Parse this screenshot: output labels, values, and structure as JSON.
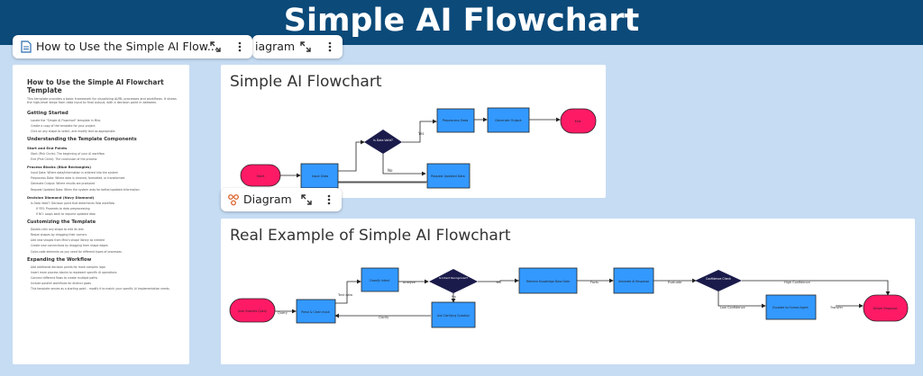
{
  "banner": {
    "title": "Simple AI Flowchart"
  },
  "doc_tab": {
    "title": "How to Use the Simple AI Flow...",
    "behind_tab_label": "iagram"
  },
  "diagram_tab": {
    "label": "Diagram"
  },
  "doc": {
    "title": "How to Use the Simple AI Flowchart Template",
    "intro": "This template provides a basic framework for visualizing AI/ML processes and workflows. It shows the high-level steps from data input to final output, with a decision point in between.",
    "sections": [
      {
        "heading": "Getting Started",
        "items": [
          {
            "t": "Locate the \"Simple AI Flowchart\" template in Miro.",
            "sub": false
          },
          {
            "t": "Create a copy of the template for your project.",
            "sub": false
          },
          {
            "t": "Click on any shape to select, and modify text as appropriate.",
            "sub": false
          }
        ]
      },
      {
        "heading": "Understanding the Template Components",
        "items": []
      },
      {
        "subheading": "Start and End Points",
        "items": [
          {
            "t": "Start (Pink Circle): The beginning of your AI workflow",
            "sub": false
          },
          {
            "t": "End (Pink Circle): The conclusion of the process",
            "sub": false
          }
        ]
      },
      {
        "subheading": "Process Blocks (Blue Rectangles)",
        "items": [
          {
            "t": "Input Data: Where data/information is entered into the system",
            "sub": false
          },
          {
            "t": "Preprocess Data: Where data is cleaned, formatted, or transformed",
            "sub": false
          },
          {
            "t": "Generate Output: Where results are produced",
            "sub": false
          },
          {
            "t": "Request Updated Data: When the system asks for better/updated information",
            "sub": false
          }
        ]
      },
      {
        "subheading": "Decision Diamond (Navy Diamond)",
        "items": [
          {
            "t": "Is Data Valid?: Decision point that determines flow workflow",
            "sub": false
          },
          {
            "t": "If YES: Proceeds to data preprocessing",
            "sub": true
          },
          {
            "t": "If NO: Loops back to request updated data",
            "sub": true
          }
        ]
      },
      {
        "heading": "Customizing the Template",
        "items": [
          {
            "t": "Double-click any shape to edit its text",
            "sub": false
          },
          {
            "t": "Resize shapes by dragging their corners",
            "sub": false
          },
          {
            "t": "Add new shapes from Miro's shape library as needed",
            "sub": false
          },
          {
            "t": "Create new connections by dragging from shape edges",
            "sub": false
          },
          {
            "t": "Color-code elements as you need for different types of processes",
            "sub": false
          }
        ]
      },
      {
        "heading": "Expanding the Workflow",
        "items": [
          {
            "t": "Add additional decision points for more complex logic",
            "sub": false
          },
          {
            "t": "Insert more process blocks to represent specific AI operations",
            "sub": false
          },
          {
            "t": "Connect different flows to create multiple paths",
            "sub": false
          },
          {
            "t": "Include parallel workflows for distinct goals",
            "sub": false
          },
          {
            "t": "This template serves as a starting point - modify it to match your specific AI implementation needs.",
            "sub": false
          }
        ]
      }
    ]
  },
  "simple_card": {
    "title": "Simple AI Flowchart",
    "nodes": {
      "start": "Start",
      "input": "Input Data",
      "decision": "Is Data Valid?",
      "preprocess": "Preprocess Data",
      "generate": "Generate Output",
      "end": "End",
      "request": "Request Updated Data"
    },
    "edges": {
      "yes": "Yes",
      "no": "No"
    }
  },
  "example_card": {
    "title": "Real Example of Simple AI Flowchart",
    "nodes": {
      "start": "User Submits Query",
      "parse": "Parse & Clean Input",
      "classify": "Classify Intent",
      "recognized": "Is Intent Recognized?",
      "clarify": "Ask Clarifying Question",
      "retrieve": "Retrieve Knowledge Base Data",
      "generate": "Generate AI Response",
      "confidence": "Confidence Check",
      "human": "Escalate to Human Agent",
      "end": "Deliver Response"
    },
    "edges": {
      "query": "Query",
      "text_data": "Text data",
      "analyze": "Analyze",
      "yes": "Yes",
      "no": "No",
      "clarify": "Clarify",
      "facts": "Facts",
      "evaluate": "Evaluate",
      "high": "High Confidence",
      "low": "Low Confidence",
      "transfer": "Transfer"
    }
  },
  "colors": {
    "banner": "#0b4a79",
    "canvas": "#c6dcf3",
    "process": "#3399ff",
    "terminal": "#ff1a66",
    "decision": "#1b1b4b"
  },
  "icons": [
    "document-icon",
    "expand-icon",
    "more-icon",
    "diagram-icon"
  ]
}
